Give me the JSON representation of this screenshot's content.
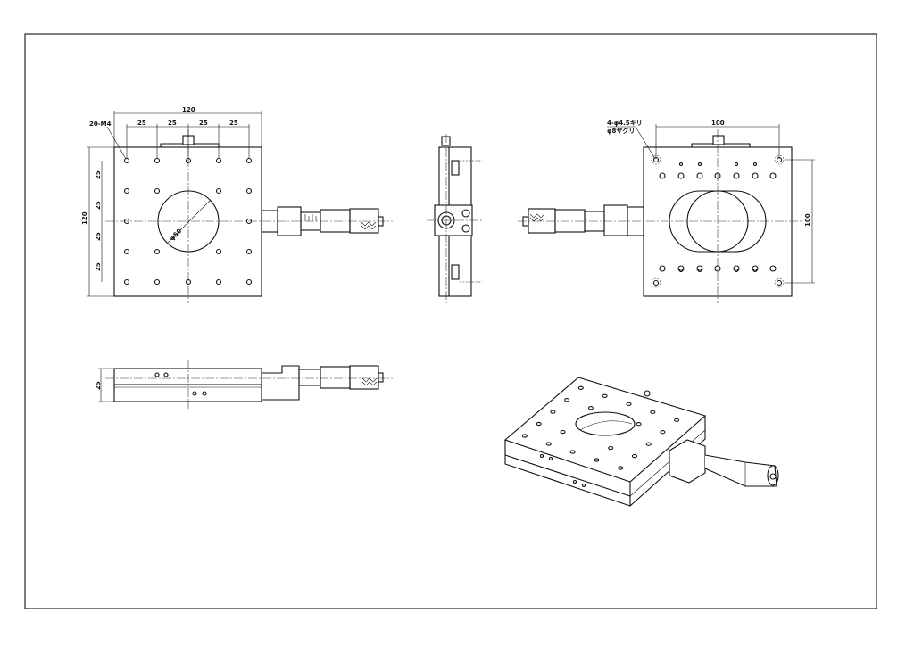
{
  "drawing": {
    "top_view": {
      "overall_width": "120",
      "overall_height": "120",
      "pitch_x": [
        "25",
        "25",
        "25",
        "25"
      ],
      "pitch_y": [
        "25",
        "25",
        "25",
        "25"
      ],
      "tap_holes": "20-M4",
      "aperture": "φ50"
    },
    "bottom_view": {
      "mount_pitch_x": "100",
      "mount_pitch_y": "100",
      "mount_holes_line1": "4-φ4.5キリ",
      "mount_holes_line2": "φ8ザグリ"
    },
    "front_view": {
      "height": "25"
    }
  }
}
